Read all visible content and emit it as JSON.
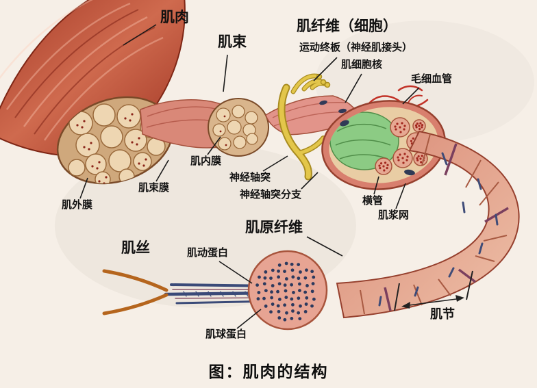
{
  "figure": {
    "caption": "图：肌肉的结构",
    "labels": {
      "muscle": "肌肉",
      "fascicle": "肌束",
      "muscle_fiber_cell": "肌纤维（细胞）",
      "motor_end_plate": "运动终板（神经肌接头）",
      "muscle_cell_nucleus": "肌细胞核",
      "capillary": "毛细血管",
      "endomysium": "肌内膜",
      "nerve_axon": "神经轴突",
      "nerve_axon_branch": "神经轴突分支",
      "perimysium": "肌束膜",
      "epimysium": "肌外膜",
      "transverse_tubule": "横管",
      "sarcoplasmic_reticulum": "肌浆网",
      "myofibril": "肌原纤维",
      "myofilament": "肌丝",
      "actin": "肌动蛋白",
      "myosin": "肌球蛋白",
      "sarcomere": "肌节"
    },
    "palette": {
      "background": "#f6efe7",
      "muscle_red": "#b84a33",
      "fascicle_face_tan": "#e9cda4",
      "nerve_yellow": "#e3c64a",
      "capillary_red": "#c23227",
      "sarcoplasmic_green": "#8ccb84",
      "filament_blue": "#3a4a78",
      "caliper_orange": "#b5651d",
      "label_text": "#111111"
    }
  }
}
